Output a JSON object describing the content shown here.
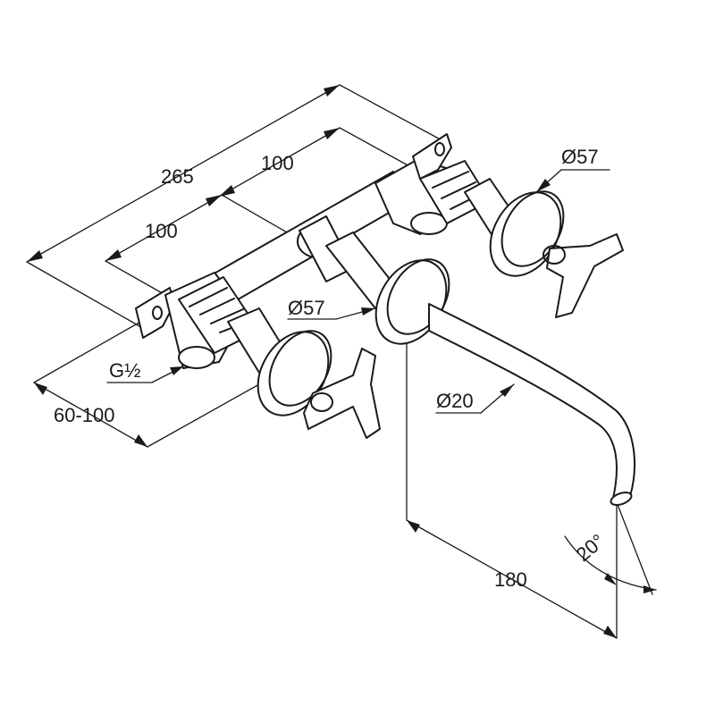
{
  "dimensions": {
    "overall_width": "265",
    "spacing_right": "100",
    "spacing_left": "100",
    "rosette_right": "Ø57",
    "rosette_center": "Ø57",
    "thread": "G½",
    "wall_depth": "60-100",
    "spout_diameter": "Ø20",
    "spout_projection": "180",
    "spout_angle": "20°"
  }
}
